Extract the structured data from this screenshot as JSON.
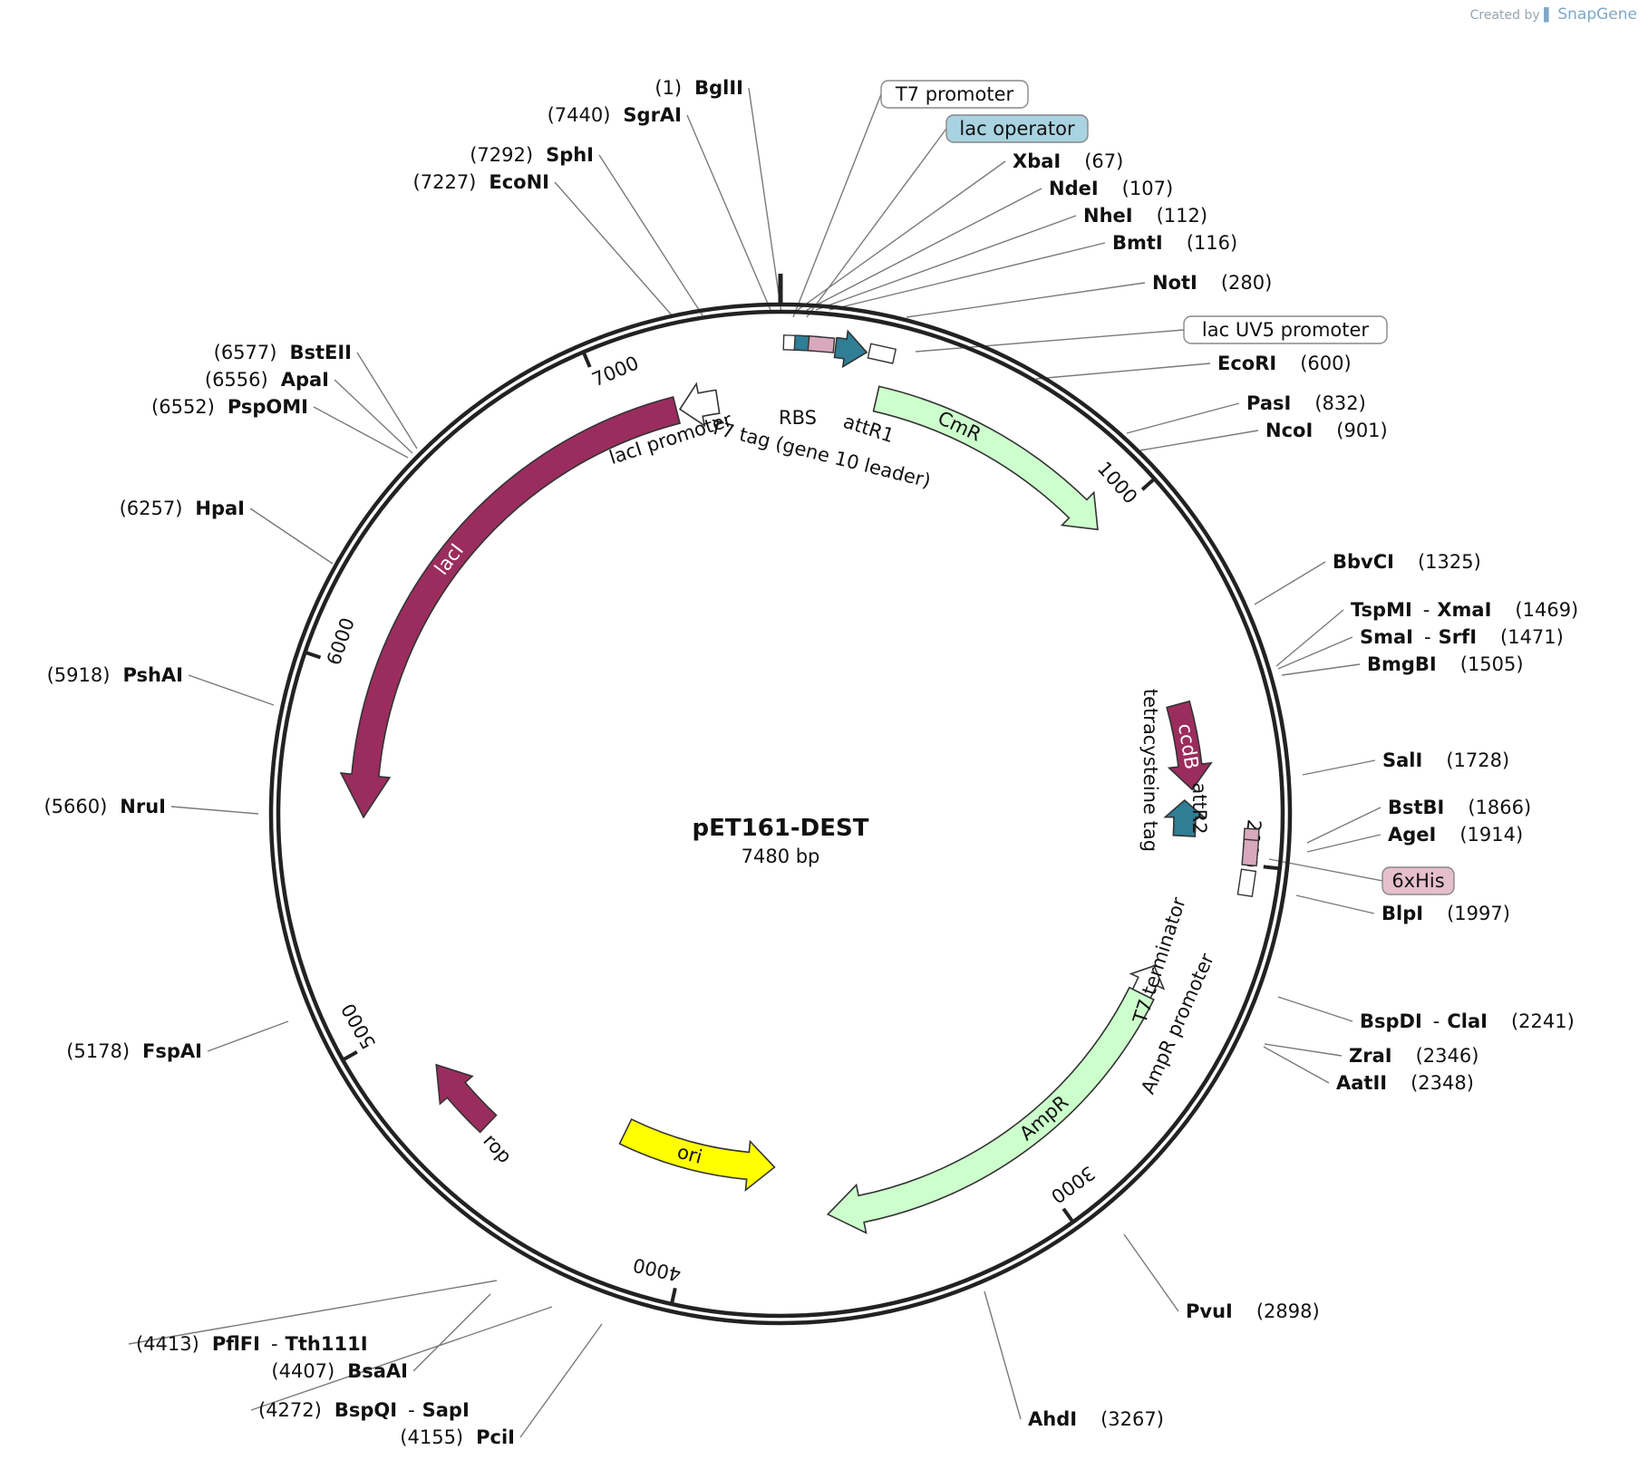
{
  "brand": {
    "created_by": "Created by",
    "app": "SnapGene"
  },
  "plasmid": {
    "name": "pET161-DEST",
    "length_label": "7480 bp",
    "length": 7480
  },
  "ticks": [
    "1000",
    "2000",
    "3000",
    "4000",
    "5000",
    "6000",
    "7000"
  ],
  "features": [
    {
      "name": "lacI",
      "color": "#9b2d5e",
      "text_color": "#ffffff"
    },
    {
      "name": "lacI promoter",
      "color": "#ffffff"
    },
    {
      "name": "RBS",
      "color": "#ffffff"
    },
    {
      "name": "T7 tag (gene 10 leader)",
      "color": "#d8a9bc"
    },
    {
      "name": "attR1",
      "color": "#2f7e95"
    },
    {
      "name": "CmR",
      "color": "#ccffcc"
    },
    {
      "name": "ccdB",
      "color": "#9b2d5e",
      "text_color": "#ffffff"
    },
    {
      "name": "attR2",
      "color": "#2f7e95"
    },
    {
      "name": "tetracysteine tag",
      "color": "#d8a9bc"
    },
    {
      "name": "T7 terminator",
      "color": "#ffffff"
    },
    {
      "name": "AmpR promoter",
      "color": "#ffffff"
    },
    {
      "name": "AmpR",
      "color": "#ccffcc"
    },
    {
      "name": "ori",
      "color": "#ffff00"
    },
    {
      "name": "rop",
      "color": "#9b2d5e"
    }
  ],
  "boxed_labels": [
    {
      "text": "T7 promoter",
      "fill": "#ffffff"
    },
    {
      "text": "lac operator",
      "fill": "#a9d3e0"
    },
    {
      "text": "lac UV5 promoter",
      "fill": "#ffffff"
    },
    {
      "text": "6xHis",
      "fill": "#e6bfcc"
    }
  ],
  "sites": [
    {
      "name": "BglII",
      "pos": "(1)"
    },
    {
      "name": "SgrAI",
      "pos": "(7440)"
    },
    {
      "name": "SphI",
      "pos": "(7292)"
    },
    {
      "name": "EcoNI",
      "pos": "(7227)"
    },
    {
      "name": "XbaI",
      "pos": "(67)"
    },
    {
      "name": "NdeI",
      "pos": "(107)"
    },
    {
      "name": "NheI",
      "pos": "(112)"
    },
    {
      "name": "BmtI",
      "pos": "(116)"
    },
    {
      "name": "NotI",
      "pos": "(280)"
    },
    {
      "name": "EcoRI",
      "pos": "(600)"
    },
    {
      "name": "PasI",
      "pos": "(832)"
    },
    {
      "name": "NcoI",
      "pos": "(901)"
    },
    {
      "name": "BbvCI",
      "pos": "(1325)"
    },
    {
      "name": "TspMI",
      "name2": "XmaI",
      "pos": "(1469)"
    },
    {
      "name": "SmaI",
      "name2": "SrfI",
      "pos": "(1471)"
    },
    {
      "name": "BmgBI",
      "pos": "(1505)"
    },
    {
      "name": "SalI",
      "pos": "(1728)"
    },
    {
      "name": "BstBI",
      "pos": "(1866)"
    },
    {
      "name": "AgeI",
      "pos": "(1914)"
    },
    {
      "name": "BlpI",
      "pos": "(1997)"
    },
    {
      "name": "BspDI",
      "name2": "ClaI",
      "pos": "(2241)"
    },
    {
      "name": "ZraI",
      "pos": "(2346)"
    },
    {
      "name": "AatII",
      "pos": "(2348)"
    },
    {
      "name": "PvuI",
      "pos": "(2898)"
    },
    {
      "name": "AhdI",
      "pos": "(3267)"
    },
    {
      "name": "PflFI",
      "name2": "Tth111I",
      "pos": "(4413)"
    },
    {
      "name": "BsaAI",
      "pos": "(4407)"
    },
    {
      "name": "BspQI",
      "name2": "SapI",
      "pos": "(4272)"
    },
    {
      "name": "PciI",
      "pos": "(4155)"
    },
    {
      "name": "FspAI",
      "pos": "(5178)"
    },
    {
      "name": "NruI",
      "pos": "(5660)"
    },
    {
      "name": "PshAI",
      "pos": "(5918)"
    },
    {
      "name": "HpaI",
      "pos": "(6257)"
    },
    {
      "name": "PspOMI",
      "pos": "(6552)"
    },
    {
      "name": "ApaI",
      "pos": "(6556)"
    },
    {
      "name": "BstEII",
      "pos": "(6577)"
    }
  ]
}
